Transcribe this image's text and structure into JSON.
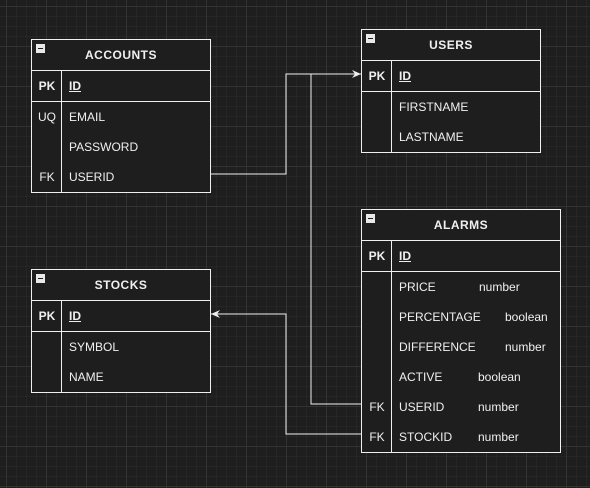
{
  "tables": {
    "accounts": {
      "title": "ACCOUNTS",
      "pk": {
        "key": "PK",
        "name": "ID"
      },
      "fields": [
        {
          "key": "UQ",
          "name": "EMAIL"
        },
        {
          "key": "",
          "name": "PASSWORD"
        },
        {
          "key": "FK",
          "name": "USERID"
        }
      ]
    },
    "users": {
      "title": "USERS",
      "pk": {
        "key": "PK",
        "name": "ID"
      },
      "fields": [
        {
          "key": "",
          "name": "FIRSTNAME"
        },
        {
          "key": "",
          "name": "LASTNAME"
        }
      ]
    },
    "stocks": {
      "title": "STOCKS",
      "pk": {
        "key": "PK",
        "name": "ID"
      },
      "fields": [
        {
          "key": "",
          "name": "SYMBOL"
        },
        {
          "key": "",
          "name": "NAME"
        }
      ]
    },
    "alarms": {
      "title": "ALARMS",
      "pk": {
        "key": "PK",
        "name": "ID"
      },
      "fields": [
        {
          "key": "",
          "name": "PRICE",
          "type": "number"
        },
        {
          "key": "",
          "name": "PERCENTAGE",
          "type": "boolean"
        },
        {
          "key": "",
          "name": "DIFFERENCE",
          "type": "number"
        },
        {
          "key": "",
          "name": "ACTIVE",
          "type": "boolean"
        },
        {
          "key": "FK",
          "name": "USERID",
          "type": "number"
        },
        {
          "key": "FK",
          "name": "STOCKID",
          "type": "number"
        }
      ]
    }
  },
  "colors": {
    "background": "#1e1e1e",
    "stroke": "#f0f0f0",
    "grid": "#333333"
  }
}
